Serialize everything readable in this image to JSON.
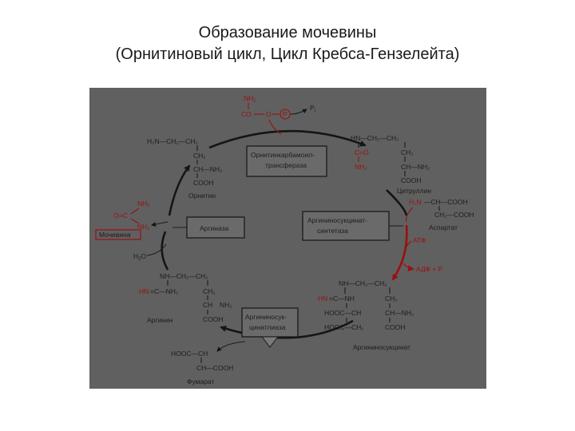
{
  "title": {
    "line1": "Образование мочевины",
    "line2": "(Орнитиновый цикл, Цикл Кребса-Гензелейта)"
  },
  "colors": {
    "diagram_bg": "#606060",
    "ink": "#1c1c1c",
    "highlight_red": "#9a1010"
  },
  "carbamoyl_phosphate": {
    "nh2": "NH",
    "nh2_sub": "2",
    "co": "CO",
    "o": "O",
    "p": "P",
    "pi": "P",
    "pi_sub": "i"
  },
  "enzymes": {
    "ornithine_transcarbamoylase_line1": "Орнитинкарбамоил-",
    "ornithine_transcarbamoylase_line2": "трансфераза",
    "argininosuccinate_synthetase_line1": "Аргининосукцинат-",
    "argininosuccinate_synthetase_line2": "синтетаза",
    "arginase": "Аргиназа",
    "argininosuccinate_lyase_line1": "Аргининосук-",
    "argininosuccinate_lyase_line2": "цинатлиаза"
  },
  "metabolites": {
    "ornithine": "Орнитин",
    "citrulline": "Цитруллин",
    "aspartate": "Аспартат",
    "argininosuccinate": "Аргининосукцинат",
    "arginine": "Аргинин",
    "fumarate": "Фумарат",
    "urea": "Мочевина"
  },
  "cofactors": {
    "atp": "АТФ",
    "adp_p": "АДФ + Р",
    "water": "H",
    "water_sub": "2",
    "water_o": "O"
  },
  "formulas": {
    "orn_row1": "H₂N—CH₂—CH₂",
    "orn_row2": "CH₂",
    "orn_row3": "CH—NH₂",
    "orn_row4": "COOH",
    "cit_row1": "HN—CH₂—CH₂",
    "cit_row2": "C=O",
    "cit_row3": "NH₂",
    "cit_row4": "CH₂",
    "cit_row5": "CH—NH₂",
    "cit_row6": "COOH",
    "asp_row1": "H₂N",
    "asp_row1b": "—CH—COOH",
    "asp_row2": "CH₂—COOH",
    "as_row1": "NH—CH₂—CH₂",
    "as_row2a": "HN",
    "as_row2b": "=C—NH",
    "as_row2c": "CH₂",
    "as_row3a": "HOOC—CH",
    "as_row3b": "CH—NH₂",
    "as_row4a": "HOOC—CH₂",
    "as_row4b": "COOH",
    "arg_row1": "NH—CH₂—CH₂",
    "arg_row2a": "HN",
    "arg_row2b": "=C—NH₂",
    "arg_row2c": "CH₂",
    "arg_row3a": "CH",
    "arg_row3b": "NH₂",
    "arg_row4": "COOH",
    "fum_row1": "HOOC—CH",
    "fum_row2": "CH—COOH",
    "urea_nh2_top": "NH₂",
    "urea_o": "O=C",
    "urea_nh2_bot": "NH₂"
  }
}
